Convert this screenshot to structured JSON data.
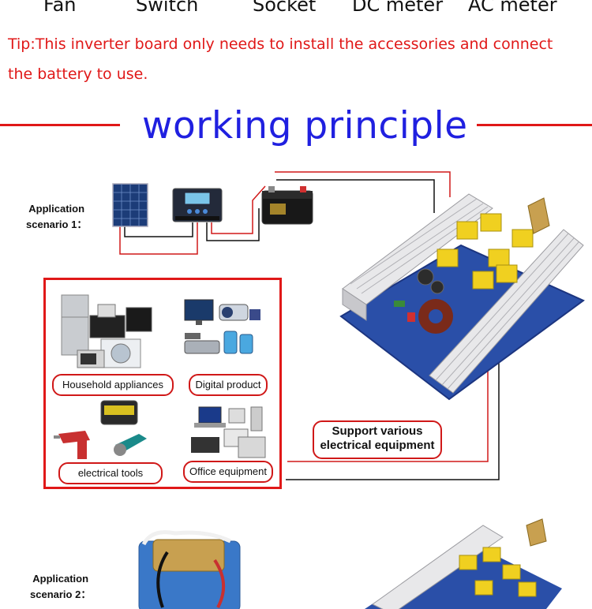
{
  "top_labels": [
    "Fan",
    "Switch",
    "Socket",
    "DC meter",
    "AC meter"
  ],
  "tip": {
    "line1": "Tip:This  inverter board only needs to install the accessories and connect",
    "line2": "the battery to use."
  },
  "heading": "working principle",
  "scenario1": {
    "line1": "Application",
    "line2": "scenario 1："
  },
  "scenario2": {
    "line1": "Application",
    "line2": "scenario 2："
  },
  "categories": {
    "household": "Household appliances",
    "digital": "Digital product",
    "tools": "electrical tools",
    "office": "Office equipment"
  },
  "support": {
    "line1": "Support various",
    "line2": "electrical equipment"
  },
  "colors": {
    "accent_red": "#e01818",
    "heading_blue": "#2020e0",
    "board_blue": "#2a4fa8"
  }
}
